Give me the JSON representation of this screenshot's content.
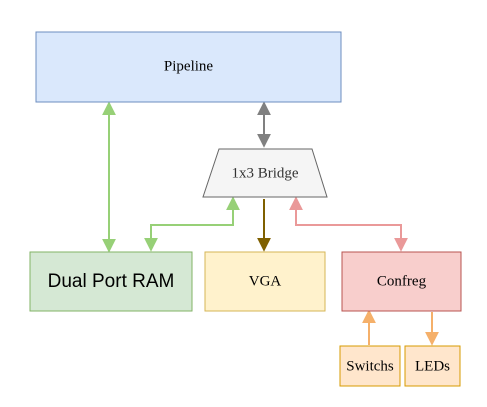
{
  "nodes": {
    "pipeline": {
      "label": "Pipeline",
      "fill": "#dae8fc",
      "stroke": "#6c8ebf"
    },
    "bridge": {
      "label": "1x3 Bridge",
      "fill": "#f5f5f5",
      "stroke": "#666666"
    },
    "ram": {
      "label": "Dual Port RAM",
      "fill": "#d5e8d4",
      "stroke": "#82b366"
    },
    "vga": {
      "label": "VGA",
      "fill": "#fff2cc",
      "stroke": "#d6b656"
    },
    "confreg": {
      "label": "Confreg",
      "fill": "#f8cecc",
      "stroke": "#b85450"
    },
    "switches": {
      "label": "Switchs",
      "fill": "#ffe6cc",
      "stroke": "#d79b00"
    },
    "leds": {
      "label": "LEDs",
      "fill": "#ffe6cc",
      "stroke": "#d79b00"
    }
  },
  "edge_colors": {
    "green": "#97d077",
    "gray": "#808080",
    "olive": "#7f6000",
    "red": "#ea9999",
    "orange": "#f5b06a"
  }
}
